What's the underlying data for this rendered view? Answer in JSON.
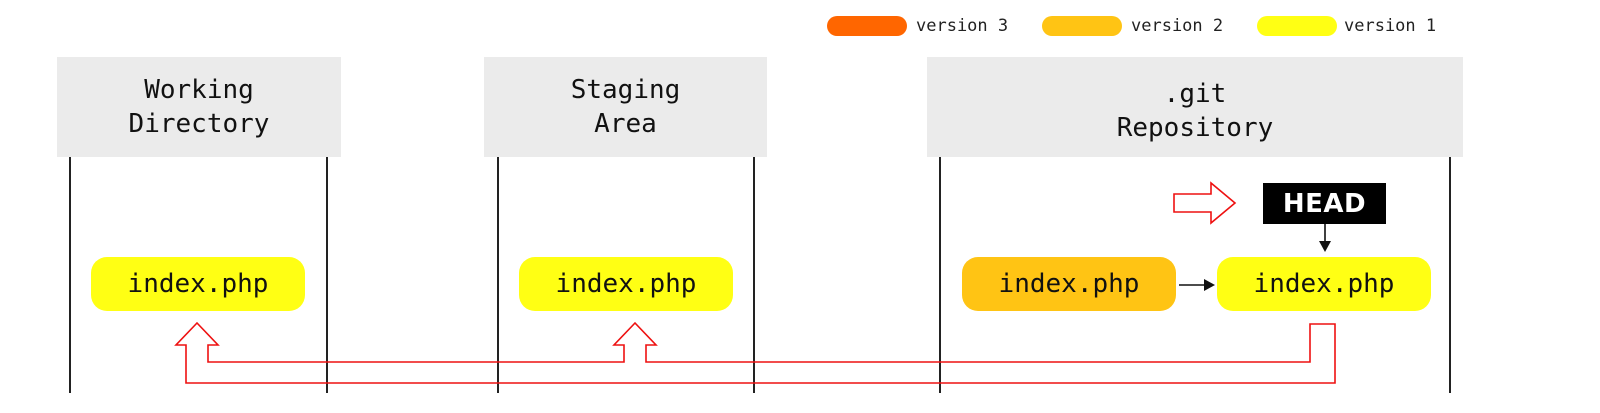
{
  "legend": [
    {
      "label": "version 3",
      "color": "#ff6600"
    },
    {
      "label": "version 2",
      "color": "#ffc414"
    },
    {
      "label": "version 1",
      "color": "#ffff14"
    }
  ],
  "zones": {
    "working": {
      "title": "Working\nDirectory"
    },
    "staging": {
      "title": "Staging\nArea"
    },
    "repo": {
      "title": ".git\nRepository"
    }
  },
  "files": {
    "working": {
      "name": "index.php",
      "version": "version 1",
      "color": "#ffff14"
    },
    "staging": {
      "name": "index.php",
      "version": "version 1",
      "color": "#ffff14"
    },
    "repo_old": {
      "name": "index.php",
      "version": "version 2",
      "color": "#ffc414"
    },
    "repo_head": {
      "name": "index.php",
      "version": "version 1",
      "color": "#ffff14"
    }
  },
  "head": {
    "label": "HEAD"
  },
  "colors": {
    "header_bg": "#ebebeb",
    "arrow": "#ee1111",
    "line": "#222222"
  }
}
